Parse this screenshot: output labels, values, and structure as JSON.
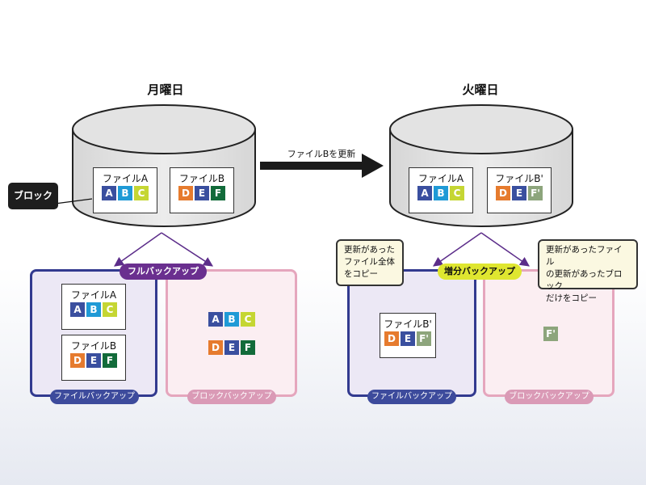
{
  "days": {
    "monday": "月曜日",
    "tuesday": "火曜日"
  },
  "main_arrow_label": "ファイルBを更新",
  "block_callout": "ブロック",
  "monday_disk": {
    "file_a": {
      "name": "ファイルA",
      "blocks": [
        "A",
        "B",
        "C"
      ]
    },
    "file_b": {
      "name": "ファイルB",
      "blocks": [
        "D",
        "E",
        "F"
      ]
    }
  },
  "tuesday_disk": {
    "file_a": {
      "name": "ファイルA",
      "blocks": [
        "A",
        "B",
        "C"
      ]
    },
    "file_b": {
      "name": "ファイルB'",
      "blocks": [
        "D",
        "E",
        "F'"
      ]
    }
  },
  "full_backup": {
    "label": "フルバックアップ",
    "file_panel": {
      "label": "ファイルバックアップ",
      "file_a": {
        "name": "ファイルA",
        "blocks": [
          "A",
          "B",
          "C"
        ]
      },
      "file_b": {
        "name": "ファイルB",
        "blocks": [
          "D",
          "E",
          "F"
        ]
      }
    },
    "block_panel": {
      "label": "ブロックバックアップ",
      "row1": [
        "A",
        "B",
        "C"
      ],
      "row2": [
        "D",
        "E",
        "F"
      ]
    }
  },
  "incremental_backup": {
    "label": "増分バックアップ",
    "file_panel": {
      "label": "ファイルバックアップ",
      "file": {
        "name": "ファイルB'",
        "blocks": [
          "D",
          "E",
          "F'"
        ]
      },
      "callout": {
        "line1": "更新があった",
        "line2": "ファイル全体",
        "line3": "をコピー"
      }
    },
    "block_panel": {
      "label": "ブロックバックアップ",
      "block": "F'",
      "callout": {
        "line1": "更新があったファイル",
        "line2": "の更新があったブロック",
        "line3": "だけをコピー"
      }
    }
  },
  "colors": {
    "A": "#3a4f9f",
    "B": "#1f9ad6",
    "C": "#c5d633",
    "D": "#e67b2e",
    "E": "#3a4f9f",
    "F": "#126b3a",
    "F'": "#8da57c",
    "full_pill": "#6a2f8f",
    "incremental_pill": "#dfe630",
    "file_panel_border": "#323a8f",
    "block_panel_border": "#e5a6bd"
  }
}
